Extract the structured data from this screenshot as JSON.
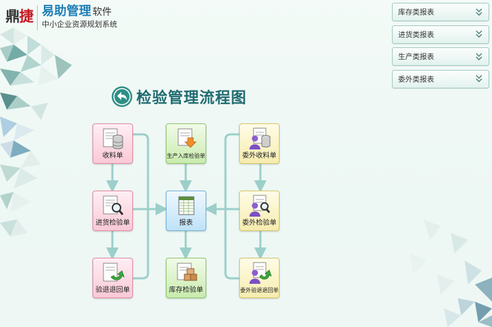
{
  "logo": {
    "brand_first": "鼎",
    "brand_second": "捷",
    "title": "易助管理",
    "title_suffix": "软件",
    "subtitle": "中小企业资源规划系统"
  },
  "report_menu": [
    {
      "label": "库存类报表",
      "icon": "double-chevron-down-icon"
    },
    {
      "label": "进货类报表",
      "icon": "double-chevron-down-icon"
    },
    {
      "label": "生产类报表",
      "icon": "double-chevron-down-icon"
    },
    {
      "label": "委外类报表",
      "icon": "double-chevron-down-icon"
    }
  ],
  "flow": {
    "title": "检验管理流程图",
    "back_icon": "back-arrow-icon",
    "nodes": {
      "receipt": {
        "label": "收料单",
        "icon": "document-database-icon",
        "color": "#f9c9d6"
      },
      "purchase_inspection": {
        "label": "进货检验单",
        "icon": "document-magnifier-icon",
        "color": "#f9c9d6"
      },
      "inspection_return": {
        "label": "验退退回单",
        "icon": "document-return-arrow-icon",
        "color": "#f9c9d6"
      },
      "production_inspection": {
        "label": "生产入库检验单",
        "icon": "document-download-icon",
        "color": "#c9ebae"
      },
      "report": {
        "label": "报表",
        "icon": "spreadsheet-icon",
        "color": "#bfe2f8"
      },
      "stock_inspection": {
        "label": "库存检验单",
        "icon": "document-boxes-icon",
        "color": "#c9ebae"
      },
      "outsource_receipt": {
        "label": "委外收料单",
        "icon": "person-database-icon",
        "color": "#f6ecaf"
      },
      "outsource_inspection": {
        "label": "委外检验单",
        "icon": "person-magnifier-icon",
        "color": "#f6ecaf"
      },
      "outsource_return": {
        "label": "委外验退退回单",
        "icon": "person-return-arrow-icon",
        "color": "#f6ecaf"
      }
    }
  },
  "colors": {
    "connector": "#9ccfca",
    "title_text": "#1f6b6f",
    "brand_red": "#c8141e",
    "brand_blue": "#1f7fb8"
  }
}
